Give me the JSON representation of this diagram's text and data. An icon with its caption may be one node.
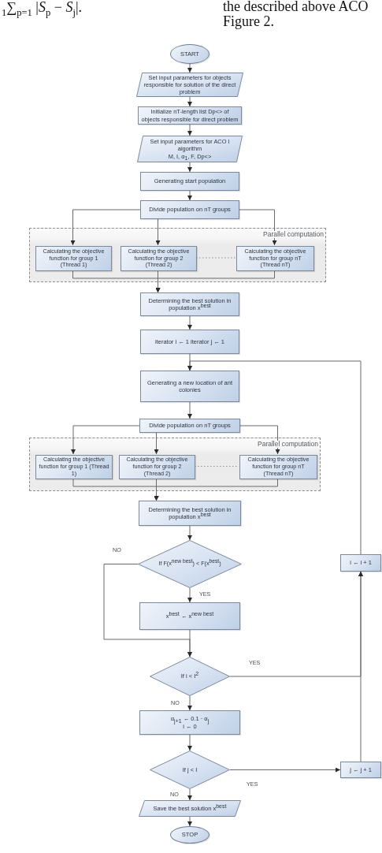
{
  "diagram": {
    "nodes": [
      {
        "text": [
          "START"
        ]
      },
      {
        "text": [
          "Set input parameters for objects responsible for solution of the direct problem"
        ]
      },
      {
        "text": [
          "Initialize nT-length list Dp<> of objects responsible for direct problem"
        ]
      },
      {
        "text": [
          "Set input parameters for ACO I algorithm",
          "M, I, α$_{1}$, F, Dp<>"
        ]
      },
      {
        "text": [
          "Generating start population"
        ]
      },
      {
        "text": [
          "Divide population on nT groups"
        ]
      },
      {
        "text": [
          "Parallel computation"
        ]
      },
      {
        "text": [
          "Calculating the objective function for group 1 (Thread 1)"
        ],
        "in": 6
      },
      {
        "text": [
          "Calculating the objective function for group 2 (Thread 2)"
        ],
        "in": 6
      },
      {
        "text": [
          "Calculating the objective function for group nT (Thread nT)"
        ],
        "in": 6
      },
      {
        "text": [
          "Determining the best solution in population x$^{best}$"
        ]
      },
      {
        "text": [
          "iterator i ← 1 iterator j ← 1"
        ]
      },
      {
        "text": [
          "Generating a new location of ant colonies"
        ]
      },
      {
        "text": [
          "Divide population on nT groups"
        ]
      },
      {
        "text": [
          "Parallel computation"
        ]
      },
      {
        "text": [
          "Calculating the objective function for group 1 (Thread 1)"
        ],
        "in": 14
      },
      {
        "text": [
          "Calculating the objective function for group 2 (Thread 2)"
        ],
        "in": 14
      },
      {
        "text": [
          "Calculating the objective function for group nT (Thread nT)"
        ],
        "in": 14
      },
      {
        "text": [
          "Determining the best solution in population x$^{best}$"
        ]
      },
      {
        "text": [
          "If F(x$^{new best}$) < F(x$^{best}$)"
        ]
      },
      {
        "text": [
          "x$^{best}$ ← x$^{new best}$"
        ]
      },
      {
        "text": [
          "If i < I$^{2}$"
        ]
      },
      {
        "text": [
          "α$_{j+1}$ ← 0.1 · α$_{j}$",
          "i ← 0"
        ]
      },
      {
        "text": [
          "If j < I"
        ]
      },
      {
        "text": [
          "Save the best solution x$^{best}$"
        ]
      },
      {
        "text": [
          "STOP"
        ]
      },
      {
        "text": [
          "i ← i + 1"
        ]
      },
      {
        "text": [
          "j ← j + 1"
        ]
      }
    ],
    "edges": [
      {
        "from": 0,
        "to": 1,
        "arrow": "to"
      },
      {
        "from": 1,
        "to": 2,
        "arrow": "to"
      },
      {
        "from": 2,
        "to": 3,
        "arrow": "to"
      },
      {
        "from": 3,
        "to": 4,
        "arrow": "to"
      },
      {
        "from": 4,
        "to": 5,
        "arrow": "to"
      },
      {
        "from": 5,
        "to": 7,
        "arrow": "to"
      },
      {
        "from": 5,
        "to": 8,
        "arrow": "to"
      },
      {
        "from": 5,
        "to": 9,
        "arrow": "to"
      },
      {
        "from": 7,
        "to": 10,
        "arrow": "to"
      },
      {
        "from": 8,
        "to": 10,
        "arrow": "to"
      },
      {
        "from": 9,
        "to": 10,
        "arrow": "to"
      },
      {
        "from": 10,
        "to": 11,
        "arrow": "to"
      },
      {
        "from": 11,
        "to": 12,
        "arrow": "to"
      },
      {
        "from": 12,
        "to": 13,
        "arrow": "to"
      },
      {
        "from": 13,
        "to": 15,
        "arrow": "to"
      },
      {
        "from": 13,
        "to": 16,
        "arrow": "to"
      },
      {
        "from": 13,
        "to": 17,
        "arrow": "to"
      },
      {
        "from": 15,
        "to": 18,
        "arrow": "to"
      },
      {
        "from": 16,
        "to": 18,
        "arrow": "to"
      },
      {
        "from": 17,
        "to": 18,
        "arrow": "to"
      },
      {
        "from": 18,
        "to": 19,
        "arrow": "to"
      },
      {
        "from": 19,
        "to": 20,
        "arrow": "to",
        "label": "YES"
      },
      {
        "from": 19,
        "to": 21,
        "arrow": "to",
        "label": "NO"
      },
      {
        "from": 20,
        "to": 21,
        "arrow": "to"
      },
      {
        "from": 21,
        "to": 22,
        "arrow": "to",
        "label": "NO"
      },
      {
        "from": 21,
        "to": 26,
        "arrow": "to",
        "label": "YES"
      },
      {
        "from": 22,
        "to": 23,
        "arrow": "to"
      },
      {
        "from": 23,
        "to": 24,
        "arrow": "to",
        "label": "NO"
      },
      {
        "from": 23,
        "to": 27,
        "arrow": "to",
        "label": "YES"
      },
      {
        "from": 27,
        "to": 26,
        "arrow": "to"
      },
      {
        "from": 26,
        "to": 12,
        "arrow": "to"
      },
      {
        "from": 24,
        "to": 25,
        "arrow": "to"
      },
      {
        "from": 8,
        "to": 9,
        "arrow": "none",
        "style": "dashed"
      },
      {
        "from": 16,
        "to": 17,
        "arrow": "none",
        "style": "dashed"
      }
    ],
    "labels": [
      "$_{1}$∑$_{p=1}$ |*S*$_{p}$ − *S*$_{j}$|.",
      "the described above ACO",
      "Figure 2."
    ]
  }
}
